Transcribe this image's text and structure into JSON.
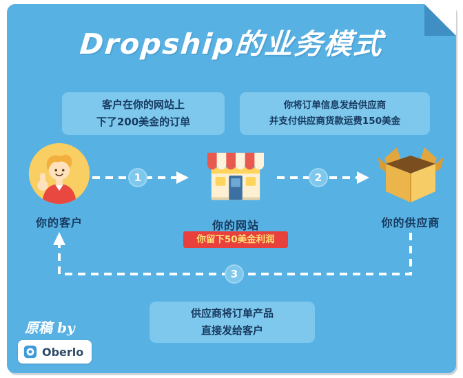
{
  "title": "Dropship的业务模式",
  "notes": {
    "customer_order": {
      "line1": "客户在你的网站上",
      "line2": "下了200美金的订单"
    },
    "forward_order": {
      "line1": "你将订单信息发给供应商",
      "line2": "并支付供应商货款运费150美金"
    },
    "direct_ship": {
      "line1": "供应商将订单产品",
      "line2": "直接发给客户"
    }
  },
  "nodes": {
    "customer": {
      "label": "你的客户",
      "icon": "customer-avatar"
    },
    "website": {
      "label": "你的网站",
      "icon": "storefront"
    },
    "supplier": {
      "label": "你的供应商",
      "icon": "open-box"
    }
  },
  "steps": {
    "step1": "1",
    "step2": "2",
    "step3": "3"
  },
  "profit_badge": "你留下50美金利润",
  "footer": {
    "credit": "原稿 by",
    "brand": "Oberlo"
  },
  "colors": {
    "background": "#57B1E3",
    "bubble": "#7EC8EE",
    "fold": "#3F8FC2",
    "text_dark": "#17395E",
    "badge_red": "#E8403C",
    "badge_text": "#FFE175",
    "arrow_white": "#FFFFFF"
  }
}
